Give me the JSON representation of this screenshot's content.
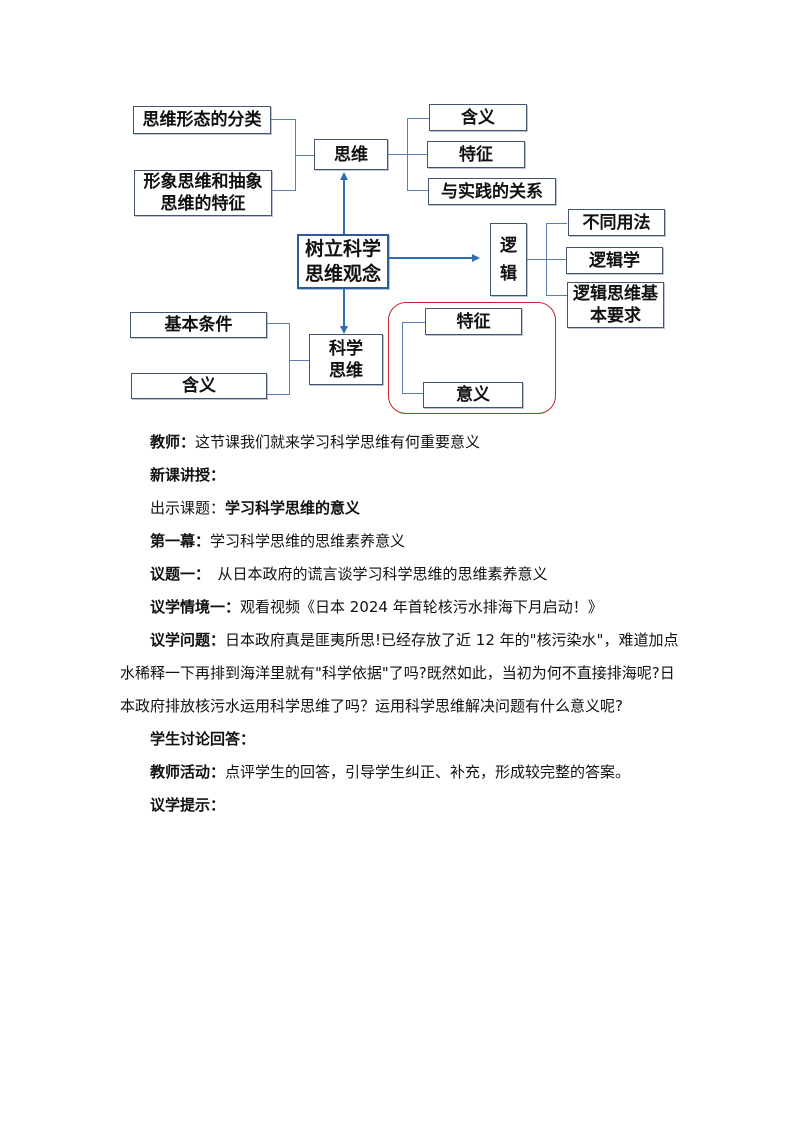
{
  "diagram": {
    "center": "树立科学\n思维观念",
    "thinking": {
      "label": "思维",
      "left": [
        "思维形态的分类",
        "形象思维和抽象思维的特征"
      ],
      "left_lines": [
        [
          "思维形态的分类"
        ],
        [
          "形象思维和抽象",
          "思维的特征"
        ]
      ],
      "right": [
        "含义",
        "特征",
        "与实践的关系"
      ]
    },
    "logic": {
      "label_lines": [
        "逻",
        "辑"
      ],
      "right": [
        "不同用法",
        "逻辑学",
        "逻辑思维基本要求"
      ],
      "right_lines": [
        [
          "不同用法"
        ],
        [
          "逻辑学"
        ],
        [
          "逻辑思维基",
          "本要求"
        ]
      ]
    },
    "science": {
      "label_lines": [
        "科学",
        "思维"
      ],
      "left": [
        "基本条件",
        "含义"
      ],
      "right": [
        "特征",
        "意义"
      ],
      "highlight_color": "#c0282d"
    },
    "colors": {
      "box_border": "#44546a",
      "connector": "#5b7fb0",
      "arrow": "#2e6db4"
    }
  },
  "body": {
    "teacher_label": "教师：",
    "teacher_text": "这节课我们就来学习科学思维有何重要意义",
    "new_lesson_label": "新课讲授：",
    "topic_label": "出示课题：",
    "topic_text": "学习科学思维的意义",
    "act_label": "第一幕：",
    "act_text": "学习科学思维的思维素养意义",
    "issue_label": "议题一：",
    "issue_text": "　从日本政府的谎言谈学习科学思维的思维素养意义",
    "situation_label": "议学情境一：",
    "situation_text": "观看视频《日本 2024 年首轮核污水排海下月启动！》",
    "question_label": "议学问题：",
    "question_text": "日本政府真是匪夷所思!已经存放了近 12 年的\"核污染水\"，难道加点水稀释一下再排到海洋里就有\"科学依据\"了吗?既然如此，当初为何不直接排海呢?日本政府排放核污水运用科学思维了吗？运用科学思维解决问题有什么意义呢?",
    "discussion_label": "学生讨论回答：",
    "activity_label": "教师活动：",
    "activity_text": "点评学生的回答，引导学生纠正、补充，形成较完整的答案。",
    "hint_label": "议学提示："
  }
}
